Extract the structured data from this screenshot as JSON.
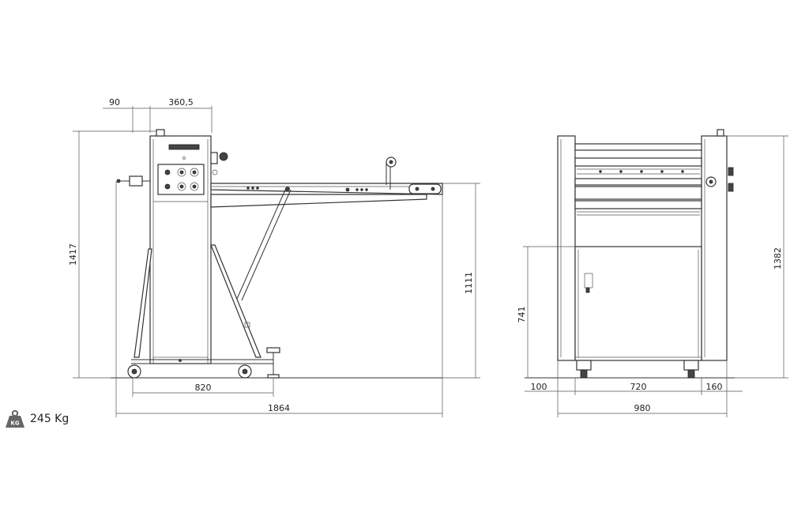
{
  "dimensions": {
    "side_top_left": "90",
    "side_top_right": "360,5",
    "side_height": "1417",
    "side_table_height": "1111",
    "side_wheelbase": "820",
    "side_total_length": "1864",
    "front_height_right": "1382",
    "front_height_left": "741",
    "front_left_offset": "100",
    "front_inner_width": "720",
    "front_right_offset": "160",
    "front_total_width": "980"
  },
  "weight": {
    "icon_label": "KG",
    "value": "245 Kg"
  },
  "colors": {
    "line": "#333333",
    "weight_icon": "#666666"
  }
}
